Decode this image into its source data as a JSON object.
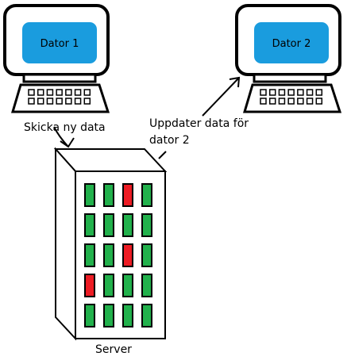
{
  "computers": [
    {
      "label": "Dator 1"
    },
    {
      "label": "Dator 2"
    }
  ],
  "arrows": {
    "send_label": "Skicka ny data",
    "update_label_line1": "Uppdater data för",
    "update_label_line2": "dator 2"
  },
  "server": {
    "label": "Server",
    "slot_rows": [
      [
        "green",
        "green",
        "red",
        "green"
      ],
      [
        "green",
        "green",
        "green",
        "green"
      ],
      [
        "green",
        "green",
        "red",
        "green"
      ],
      [
        "red",
        "green",
        "green",
        "green"
      ],
      [
        "green",
        "green",
        "green",
        "green"
      ]
    ]
  },
  "colors": {
    "screen": "#1a9cde",
    "slot_green": "#22b14c",
    "slot_red": "#ed1c24",
    "outline": "#000000"
  }
}
